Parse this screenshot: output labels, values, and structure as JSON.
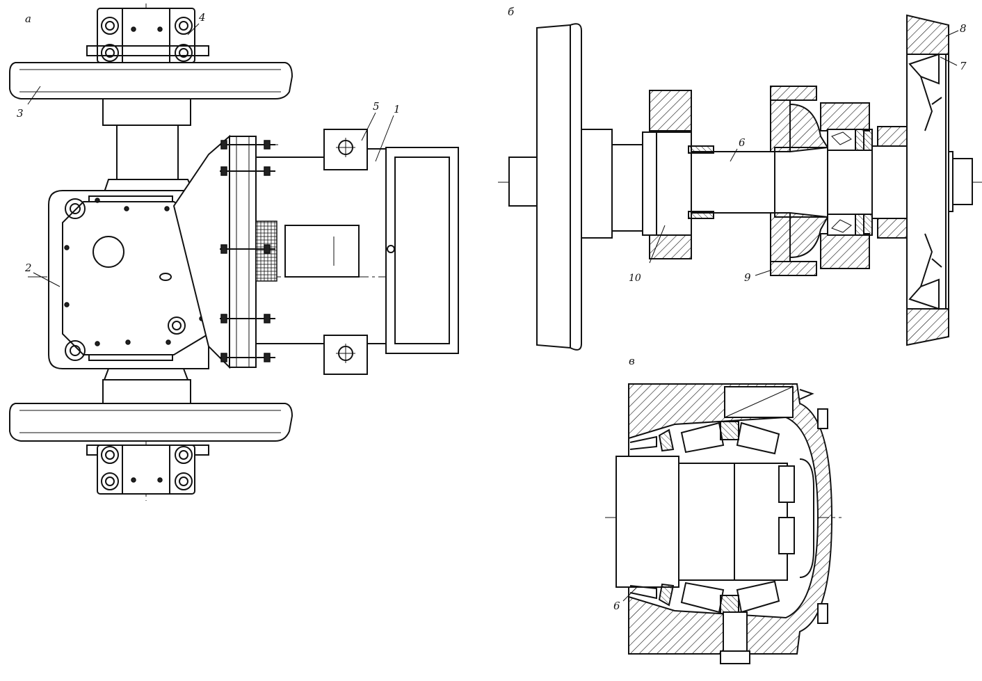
{
  "views": {
    "a": {
      "letter": "а"
    },
    "b": {
      "letter": "б"
    },
    "v": {
      "letter": "в"
    }
  },
  "callouts": {
    "c1": "1",
    "c2": "2",
    "c3": "3",
    "c4": "4",
    "c5": "5",
    "c6": "6",
    "c7": "7",
    "c8": "8",
    "c9": "9",
    "c10": "10",
    "c6v": "6"
  }
}
